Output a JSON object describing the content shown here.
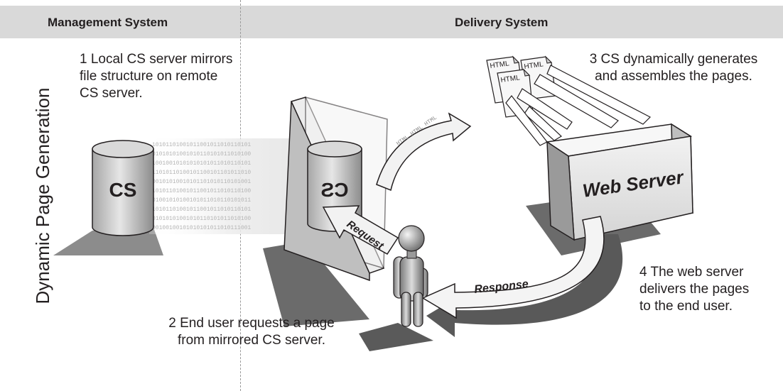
{
  "header": {
    "left_label": "Management System",
    "right_label": "Delivery System"
  },
  "side_title": "Dynamic Page Generation",
  "steps": [
    {
      "text": "1 Local CS server mirrors\nfile structure on remote\nCS server."
    },
    {
      "text": "2 End user requests a page\nfrom mirrored CS server."
    },
    {
      "text": "3 CS dynamically generates\nand assembles the pages."
    },
    {
      "text": "4 The web server\ndelivers the pages\nto the end user."
    }
  ],
  "labels": {
    "local_server": "CS",
    "mirrored_server": "CS",
    "web_server": "Web Server",
    "request": "Request",
    "response": "Response",
    "html_doc": "HTML",
    "html_stream": "HTML  HTML  HTML",
    "binary_rows": [
      "10101101001011001011010110101",
      "01010101001010110101011010100",
      "10010010101010101011010110101",
      "11010110100101100101101011010",
      "00101010010101101010110101001",
      "10101101001011001011010110100",
      "01001010100101011010110101011",
      "10101101001011001011010110101",
      "01010101001010110101011010100",
      "00100100101010101011010111001"
    ]
  },
  "colors": {
    "header_bg": "#d9d9d9",
    "ink": "#231f20",
    "shadow": "#595959"
  }
}
